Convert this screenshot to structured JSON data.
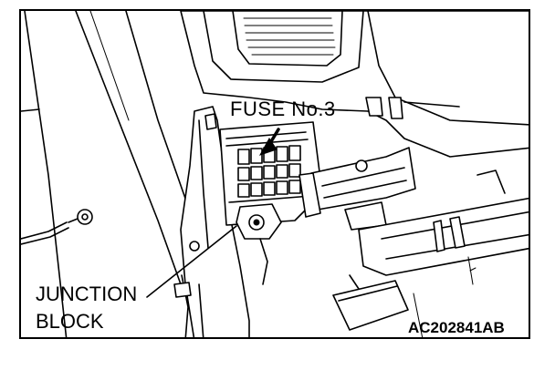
{
  "labels": {
    "fuse": "FUSE No.3",
    "junction_line1": "JUNCTION",
    "junction_line2": "BLOCK",
    "figure_code": "AC202841AB"
  }
}
